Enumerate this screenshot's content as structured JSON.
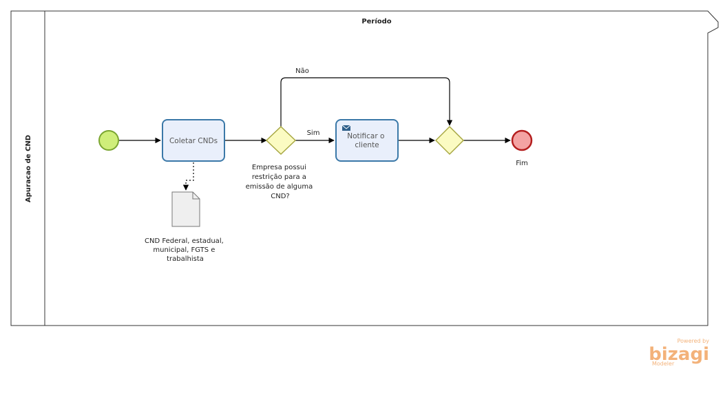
{
  "pool": {
    "lane_label": "Apuracao de CND",
    "phase_label": "Período"
  },
  "events": {
    "start": "",
    "end_label": "Fim"
  },
  "tasks": {
    "collect": "Coletar CNDs",
    "notify_line1": "Notificar o",
    "notify_line2": "cliente"
  },
  "gateway": {
    "question": [
      "Empresa possui",
      "restrição para a",
      "emissão de alguma",
      "CND?"
    ]
  },
  "flows": {
    "yes_label": "Sim",
    "no_label": "Não"
  },
  "artifact": {
    "lines": [
      "CND Federal, estadual,",
      "municipal, FGTS e",
      "trabalhista"
    ]
  },
  "watermark": {
    "powered_by": "Powered by",
    "brand": "bizagi",
    "product": "Modeler"
  },
  "colors": {
    "start_fill": "#cfee7a",
    "start_stroke": "#7aa530",
    "end_fill": "#f4a3a3",
    "end_stroke": "#b41e1e",
    "task_fill": "#e9effb",
    "task_stroke": "#3a78a8",
    "gateway_fill": "#fbfbc2",
    "gateway_stroke": "#a7a742",
    "brand": "#f3b27a"
  }
}
